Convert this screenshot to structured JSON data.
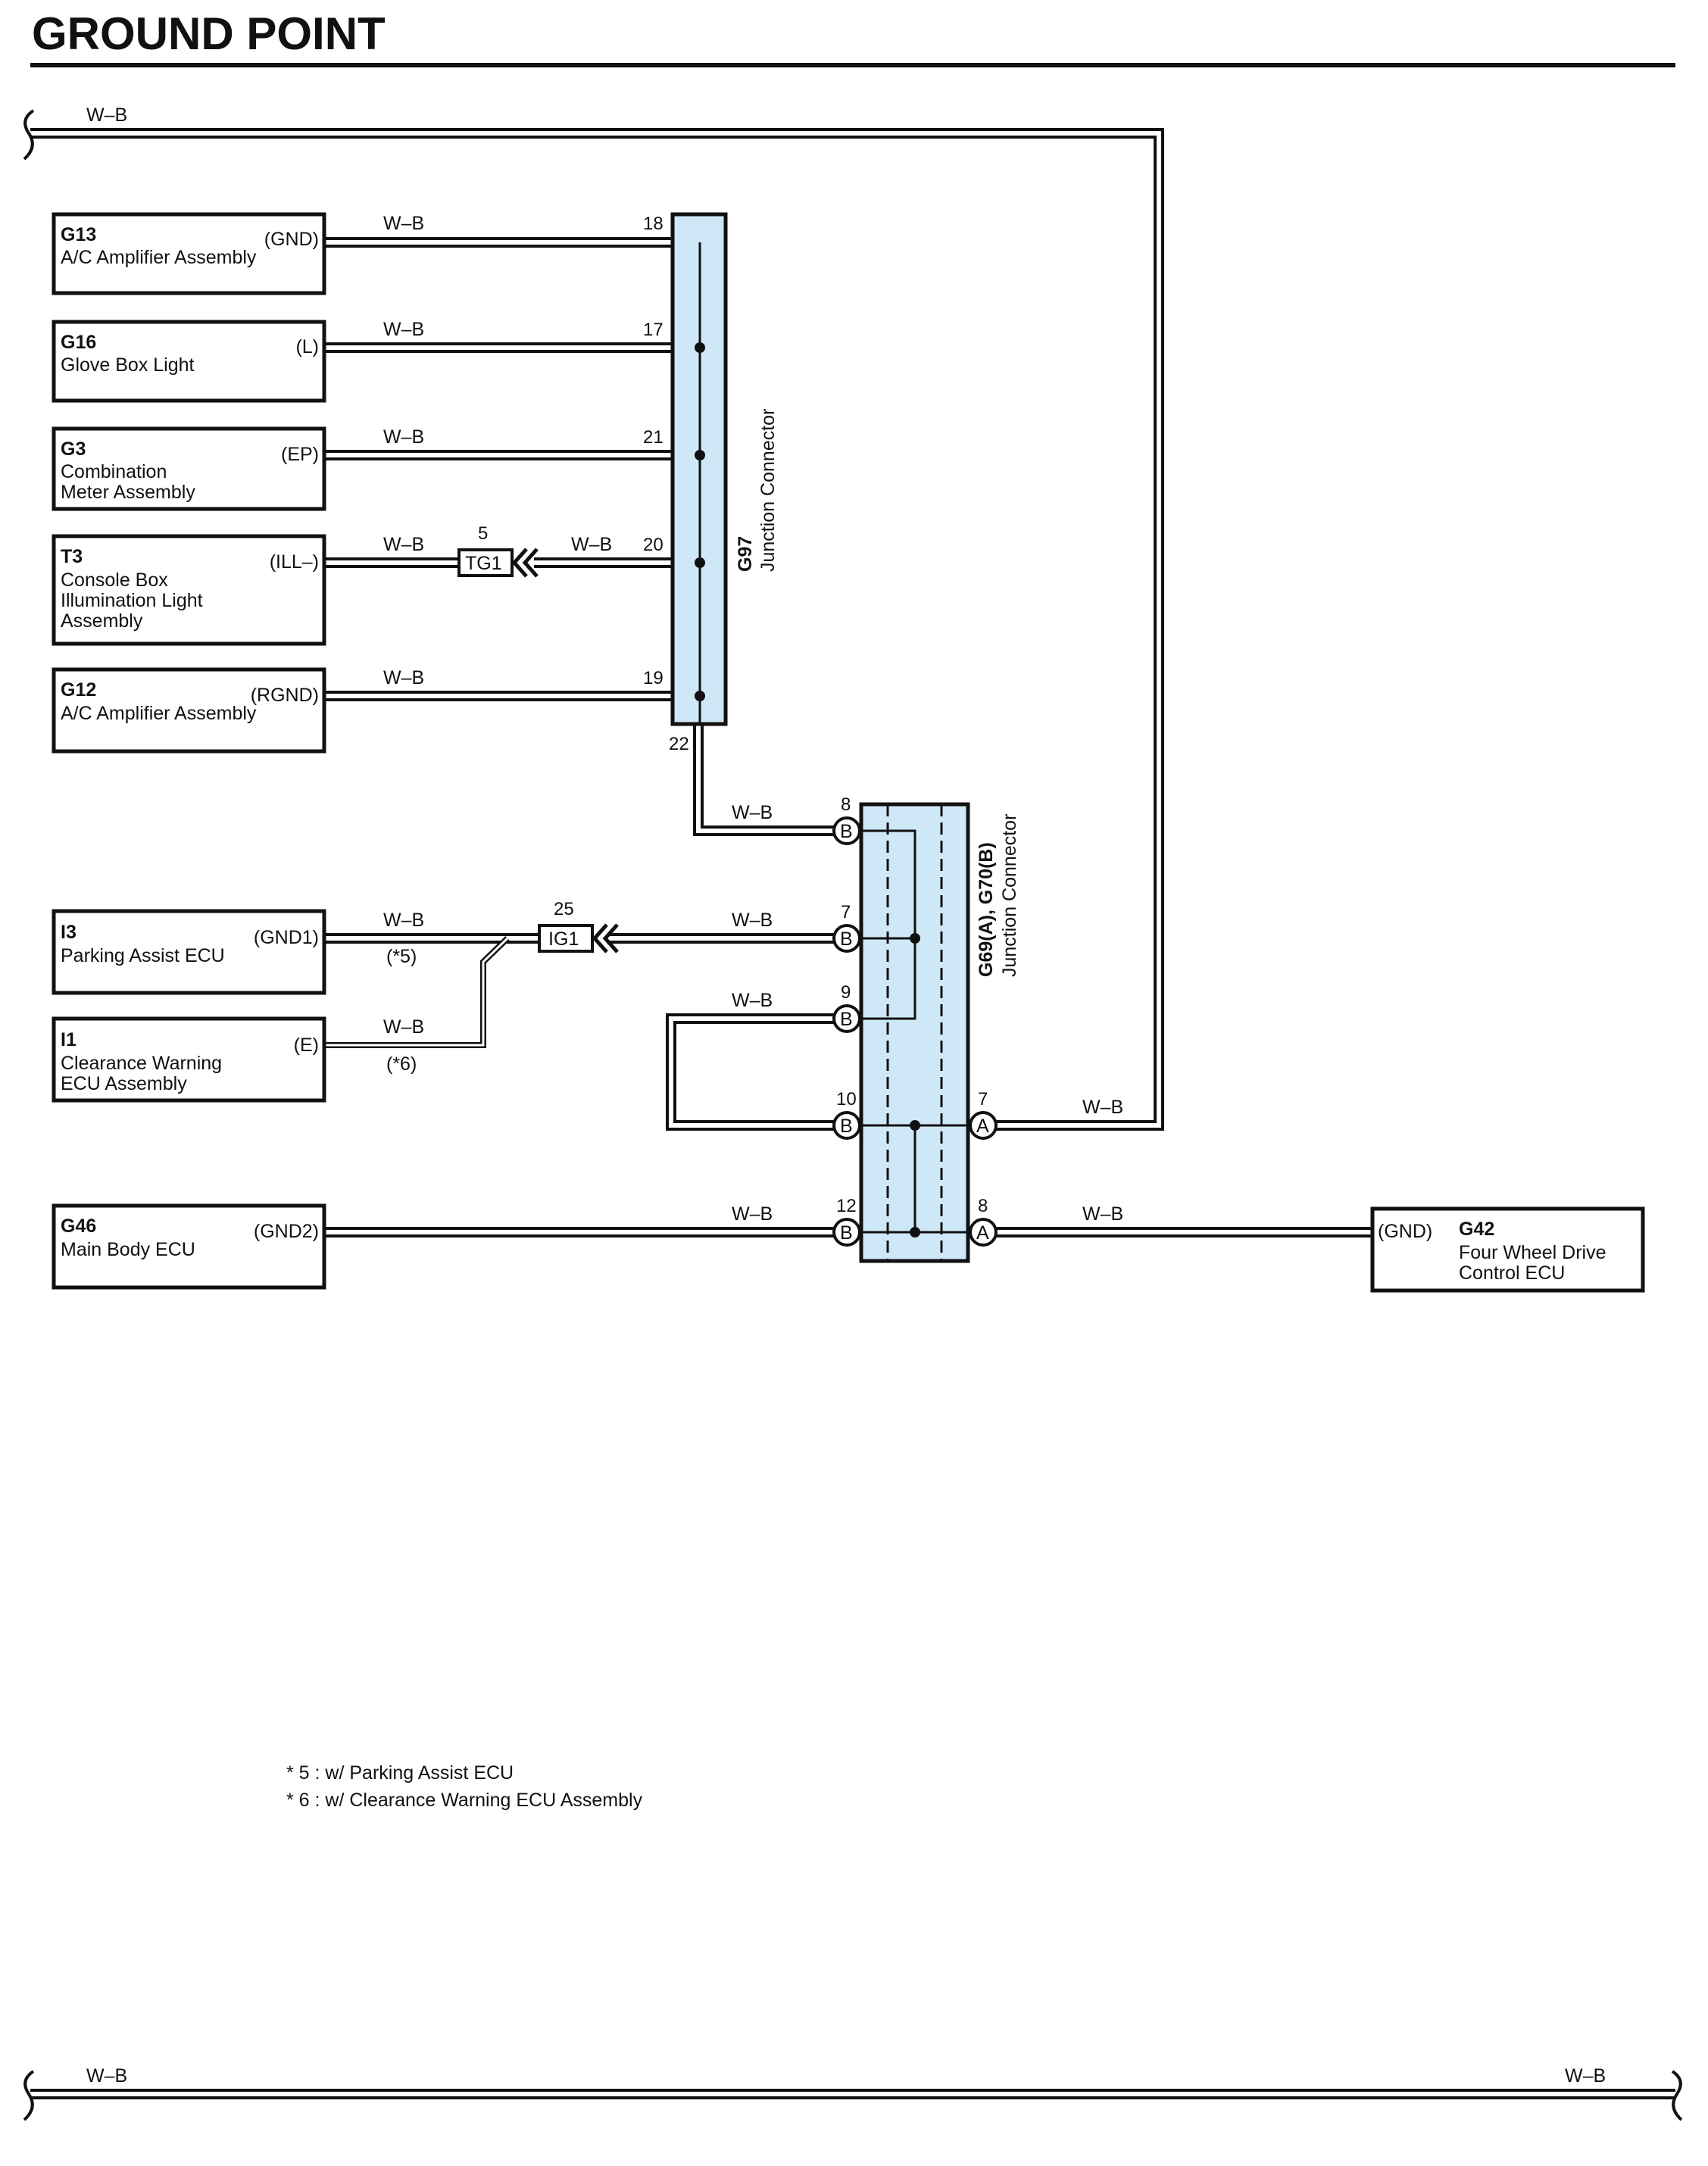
{
  "title": "GROUND POINT",
  "wire_color": "W–B",
  "components": {
    "g13": {
      "code": "G13",
      "name": "A/C Amplifier Assembly",
      "terminal": "(GND)"
    },
    "g16": {
      "code": "G16",
      "name": "Glove Box Light",
      "terminal": "(L)"
    },
    "g3": {
      "code": "G3",
      "name_lines": [
        "Combination",
        "Meter Assembly"
      ],
      "terminal": "(EP)"
    },
    "t3": {
      "code": "T3",
      "name_lines": [
        "Console Box",
        "Illumination Light",
        "Assembly"
      ],
      "terminal": "(ILL–)"
    },
    "g12": {
      "code": "G12",
      "name": "A/C Amplifier Assembly",
      "terminal": "(RGND)"
    },
    "i3": {
      "code": "I3",
      "name": "Parking Assist ECU",
      "terminal": "(GND1)",
      "note": "(*5)"
    },
    "i1": {
      "code": "I1",
      "name_lines": [
        "Clearance Warning",
        "ECU Assembly"
      ],
      "terminal": "(E)",
      "note": "(*6)"
    },
    "g46": {
      "code": "G46",
      "name": "Main Body ECU",
      "terminal": "(GND2)"
    },
    "g42": {
      "code": "G42",
      "name_lines": [
        "Four Wheel Drive",
        "Control ECU"
      ],
      "terminal": "(GND)"
    }
  },
  "junction_g97": {
    "code": "G97",
    "name": "Junction Connector",
    "pins": {
      "g13": "18",
      "g16": "17",
      "g3": "21",
      "t3": "20",
      "g12": "19",
      "out": "22"
    }
  },
  "junction_g69": {
    "code": "G69(A), G70(B)",
    "name": "Junction Connector",
    "pin_b8": "8",
    "pin_b7": "7",
    "pin_b9": "9",
    "pin_b10": "10",
    "pin_b12": "12",
    "pin_a7": "7",
    "pin_a8": "8",
    "letter_a": "A",
    "letter_b": "B"
  },
  "inline_connectors": {
    "tg1": {
      "code": "TG1",
      "pin": "5"
    },
    "ig1": {
      "code": "IG1",
      "pin": "25"
    }
  },
  "footnotes": [
    "* 5 : w/ Parking Assist ECU",
    "* 6 : w/ Clearance Warning ECU Assembly"
  ]
}
